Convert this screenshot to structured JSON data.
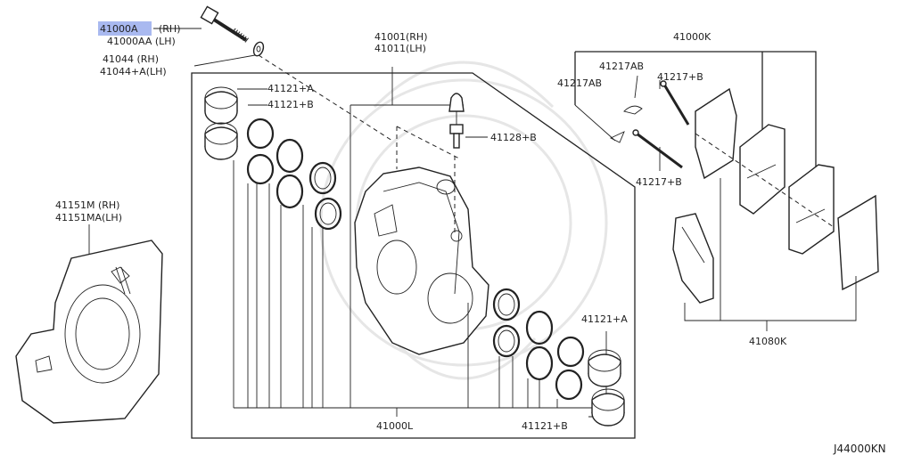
{
  "diagram_code": "J44000KN",
  "colors": {
    "highlight": "#a9b9f0",
    "line": "#222222",
    "watermark": "#e6e6e6"
  },
  "labels": {
    "bolt_rh": "41000A",
    "bolt_rh_suffix": "(RH)",
    "bolt_lh": "41000AA (LH)",
    "washer_rh": "41044   (RH)",
    "washer_lh": "41044+A(LH)",
    "caliper_rh": "41001(RH)",
    "caliper_lh": "41011(LH)",
    "piston_a_top": "41121+A",
    "seal_b_top": "41121+B",
    "bleeder": "41128+B",
    "dust_shield_rh": "41151M  (RH)",
    "dust_shield_lh": "41151MA(LH)",
    "pad_assembly": "41000K",
    "clip_ab_1": "41217AB",
    "clip_ab_2": "41217AB",
    "pin_top": "41217+B",
    "pin_bottom": "41217+B",
    "pad_kit": "41080K",
    "piston_a_bottom": "41121+A",
    "seal_b_bottom": "41121+B",
    "caliper_assembly": "41000L"
  }
}
